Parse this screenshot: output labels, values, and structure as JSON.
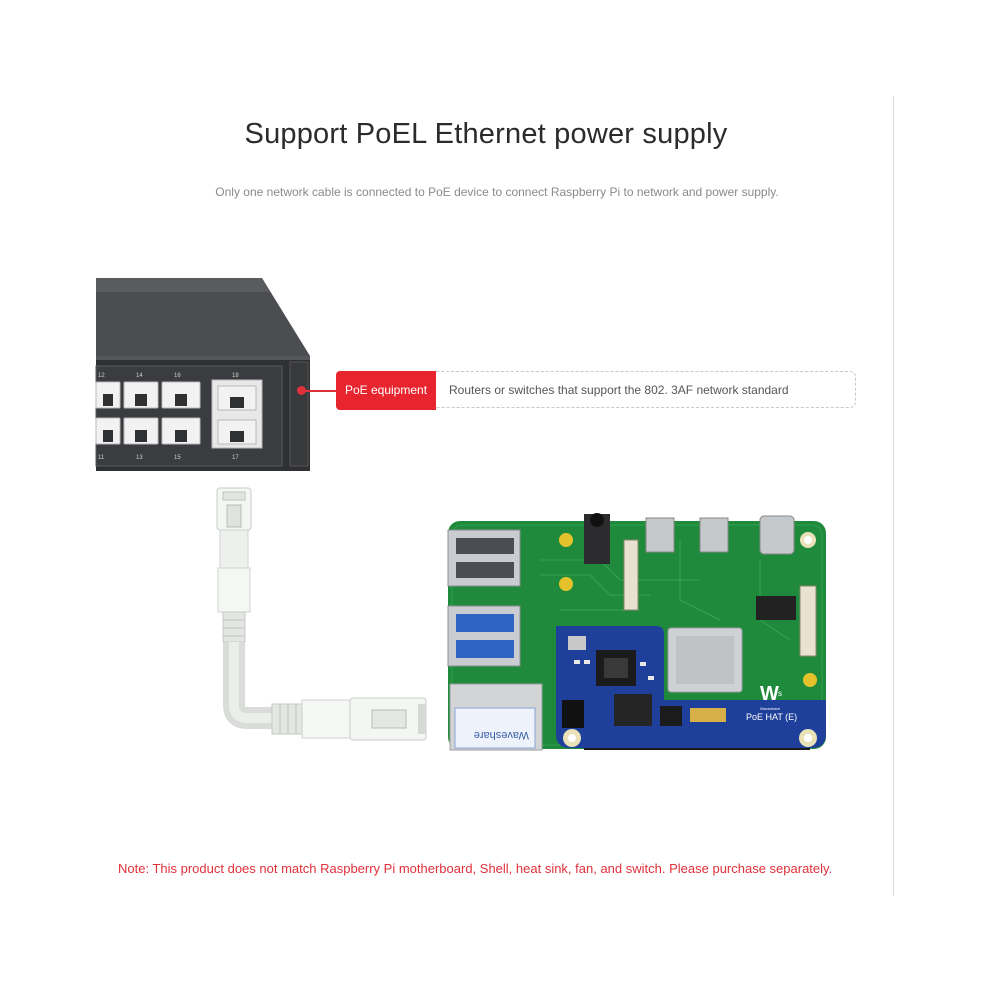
{
  "title": "Support PoEL Ethernet power supply",
  "subtitle": "Only one network cable is connected to PoE device to connect Raspberry Pi to network and power supply.",
  "callout": {
    "tag": "PoE equipment",
    "description": "Routers or switches that support the 802. 3AF network standard"
  },
  "switch_port_numbers": [
    "12",
    "14",
    "16",
    "18",
    "11",
    "13",
    "15",
    "17"
  ],
  "board_labels": {
    "hat_name": "PoE HAT (E)",
    "brand": "Waveshare",
    "sticker": "Waveshare"
  },
  "note": "Note: This product does not match Raspberry Pi motherboard, Shell, heat sink, fan, and switch. Please purchase separately.",
  "colors": {
    "accent_red": "#e8252f",
    "board_green": "#1f8a3c",
    "hat_blue": "#1e3f9a",
    "switch_body": "#3a3b3d"
  }
}
